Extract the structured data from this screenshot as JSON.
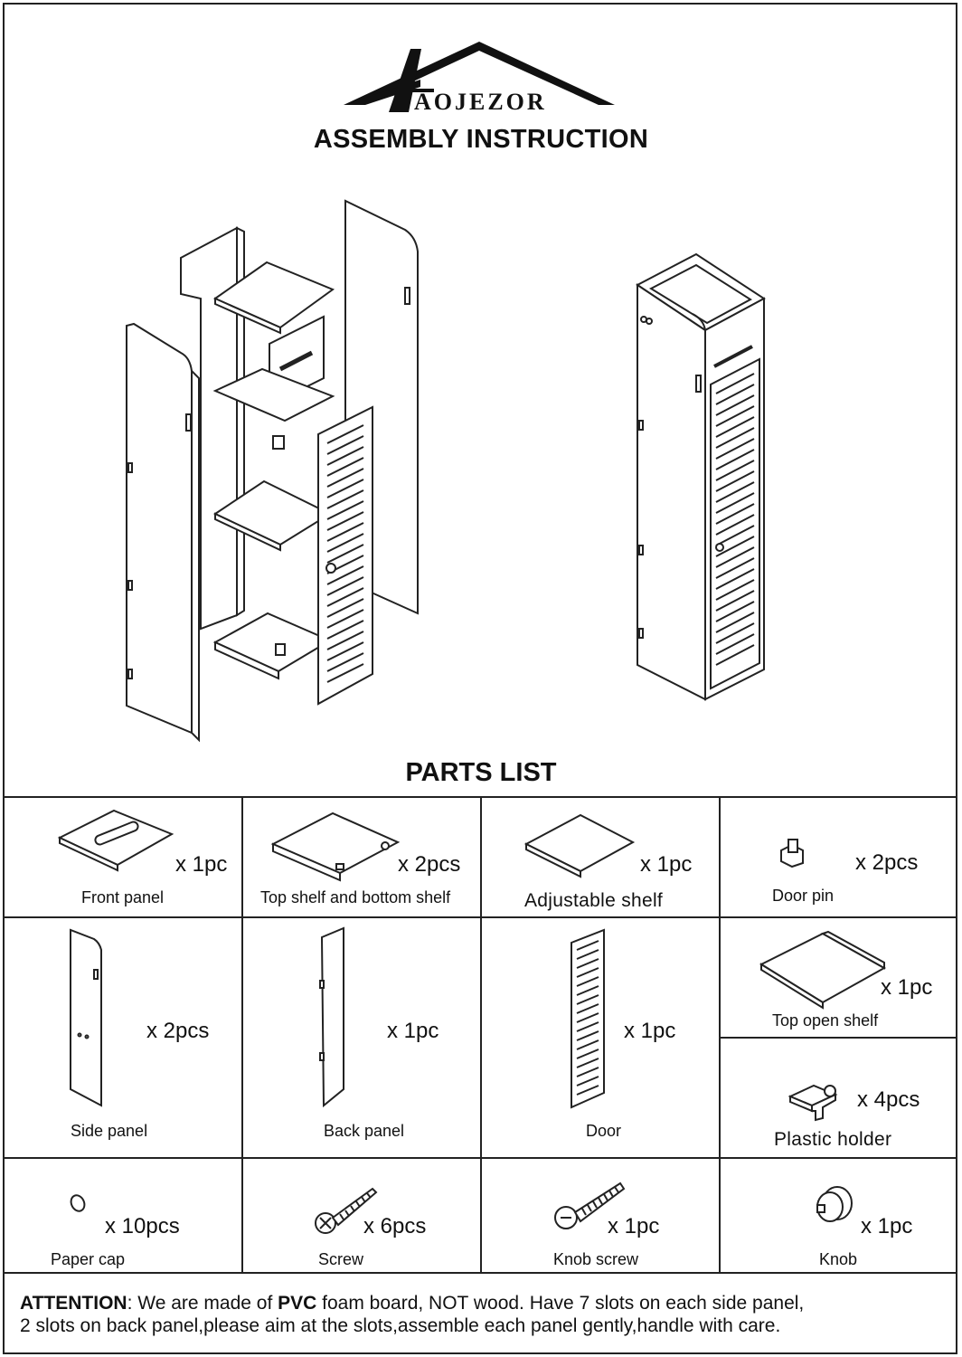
{
  "brand": {
    "name": "AOJEZOR"
  },
  "header": {
    "title": "ASSEMBLY INSTRUCTION"
  },
  "parts_list": {
    "title": "PARTS LIST",
    "items": [
      {
        "label": "Front panel",
        "qty": "x 1pc",
        "icon": "front-panel-icon"
      },
      {
        "label": "Top shelf and bottom shelf",
        "qty": "x 2pcs",
        "icon": "shelf-icon"
      },
      {
        "label": "Adjustable shelf",
        "qty": "x 1pc",
        "icon": "adjustable-shelf-icon"
      },
      {
        "label": "Door pin",
        "qty": "x 2pcs",
        "icon": "door-pin-icon"
      },
      {
        "label": "Side panel",
        "qty": "x 2pcs",
        "icon": "side-panel-icon"
      },
      {
        "label": "Back panel",
        "qty": "x 1pc",
        "icon": "back-panel-icon"
      },
      {
        "label": "Door",
        "qty": "x 1pc",
        "icon": "door-icon"
      },
      {
        "label": "Top open shelf",
        "qty": "x 1pc",
        "icon": "top-open-shelf-icon"
      },
      {
        "label": "Plastic holder",
        "qty": "x 4pcs",
        "icon": "plastic-holder-icon"
      },
      {
        "label": "Paper cap",
        "qty": "x 10pcs",
        "icon": "paper-cap-icon"
      },
      {
        "label": "Screw",
        "qty": "x 6pcs",
        "icon": "screw-icon"
      },
      {
        "label": "Knob screw",
        "qty": "x 1pc",
        "icon": "knob-screw-icon"
      },
      {
        "label": "Knob",
        "qty": "x 1pc",
        "icon": "knob-icon"
      }
    ]
  },
  "attention": {
    "lead": "ATTENTION",
    "part1": ": We are made of ",
    "material": "PVC",
    "part2": " foam board, NOT wood. Have 7 slots on each side panel,",
    "line2": "2 slots on back panel,please aim at the slots,assemble each panel gently,handle with care."
  }
}
